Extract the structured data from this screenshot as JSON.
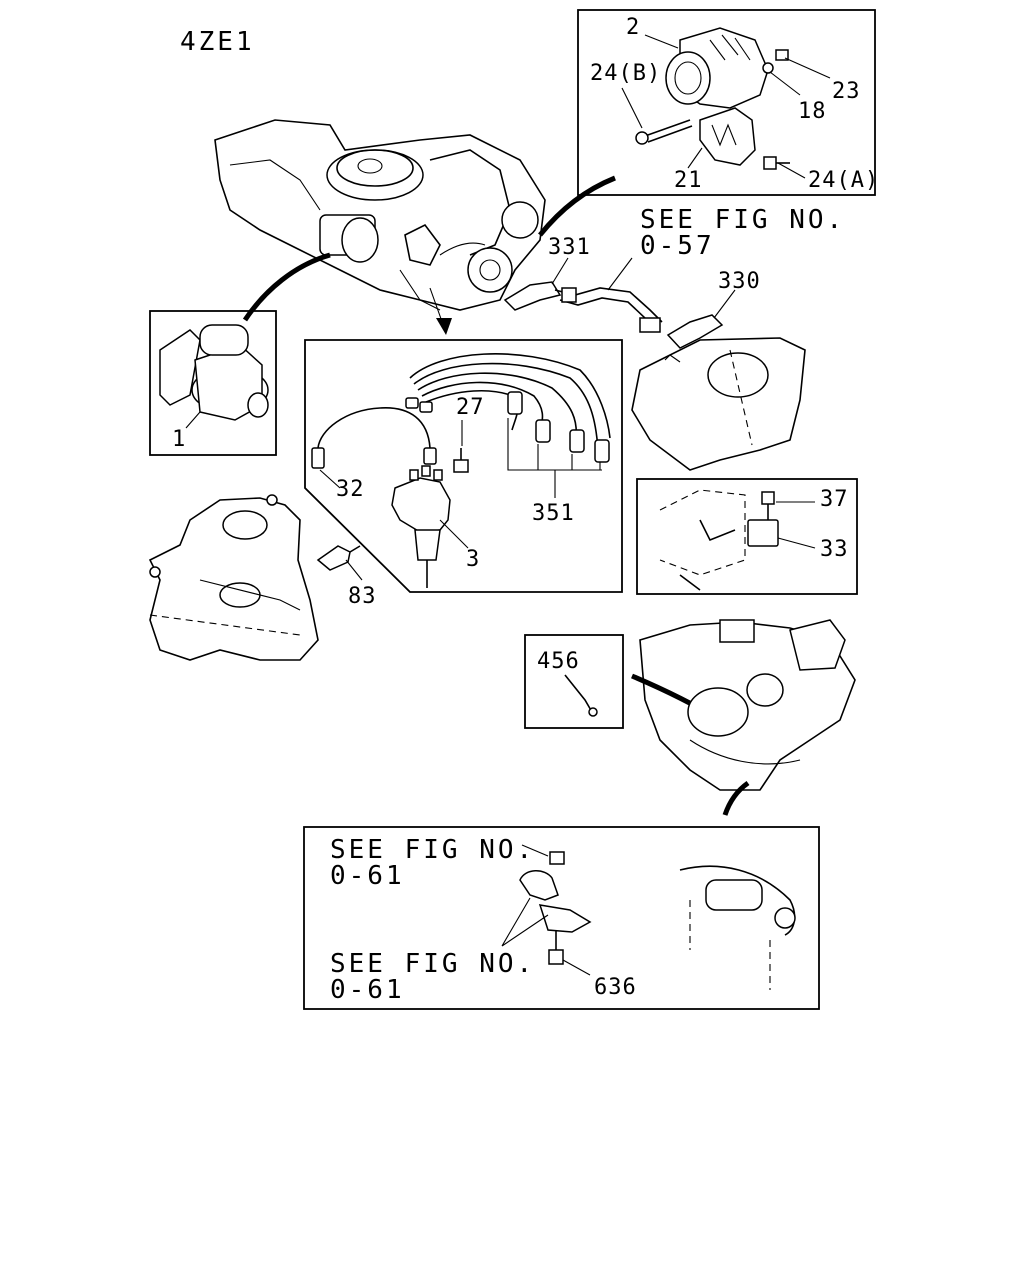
{
  "engine_code": "4ZE1",
  "callouts": {
    "p1": "1",
    "p2": "2",
    "p3": "3",
    "p18": "18",
    "p21": "21",
    "p23": "23",
    "p24a": "24(A)",
    "p24b": "24(B)",
    "p27": "27",
    "p32": "32",
    "p33": "33",
    "p37": "37",
    "p83": "83",
    "p330": "330",
    "p331": "331",
    "p351": "351",
    "p456": "456",
    "p636": "636"
  },
  "references": {
    "see_fig_top_line1": "SEE FIG NO.",
    "see_fig_top_line2": "0-57",
    "see_fig_bottom1_line1": "SEE FIG NO.",
    "see_fig_bottom1_line2": "0-61",
    "see_fig_bottom2_line1": "SEE FIG NO.",
    "see_fig_bottom2_line2": "0-61"
  }
}
